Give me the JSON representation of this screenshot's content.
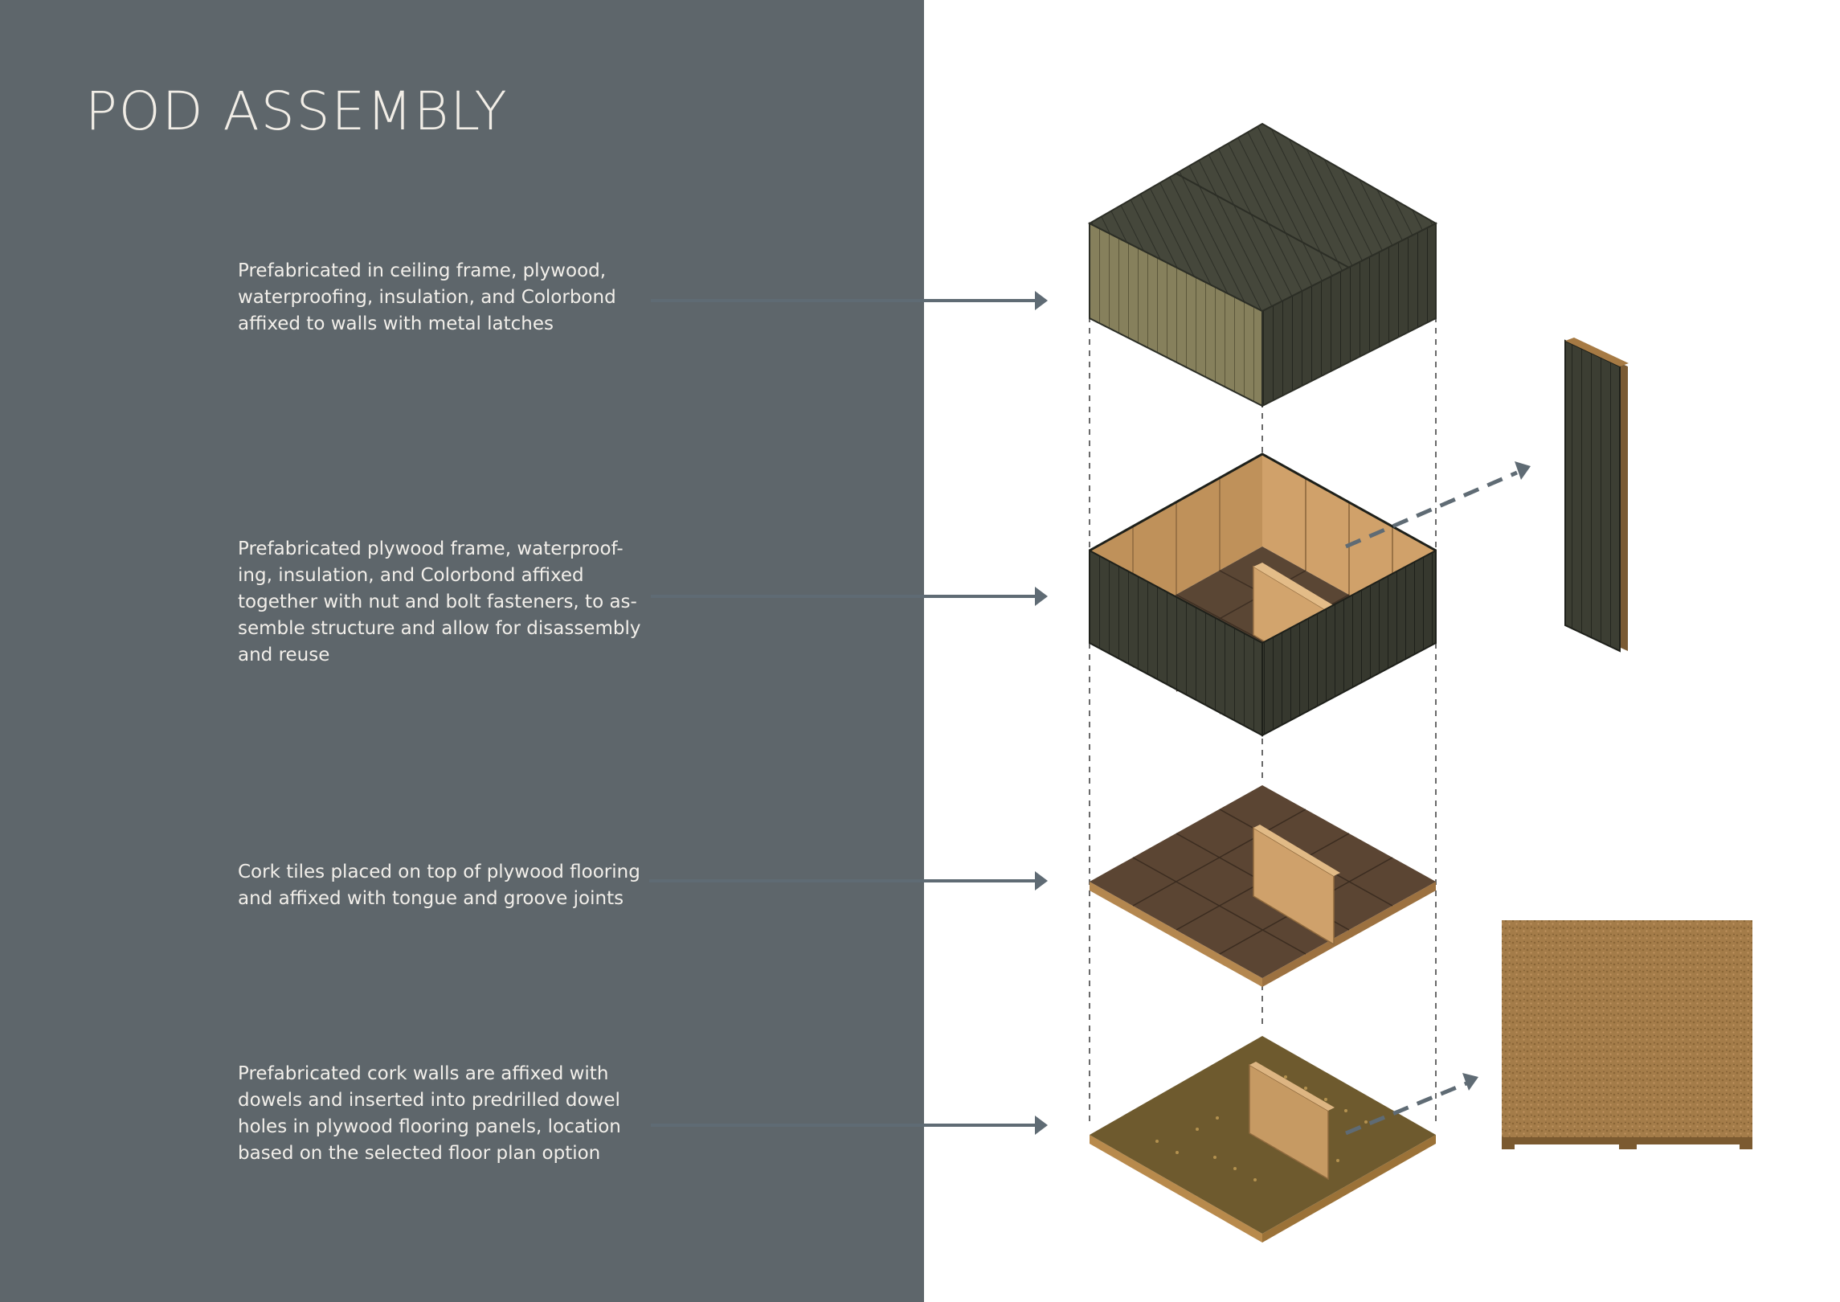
{
  "header": {
    "title": "POD ASSEMBLY"
  },
  "steps": [
    {
      "description": "Prefabricated in ceiling frame, plywood,\nwaterproofing, insulation, and Colorbond\naffixed to walls with metal latches"
    },
    {
      "description": "Prefabricated plywood frame, waterproof-\ning, insulation, and Colorbond affixed\ntogether with nut and bolt fasteners, to as-\nsemble structure and allow for disassembly\nand reuse"
    },
    {
      "description": "Cork tiles placed on top of plywood flooring\nand affixed with tongue and groove joints"
    },
    {
      "description": "Prefabricated cork walls are affixed with\ndowels and inserted into predrilled dowel\nholes in plywood flooring panels, location\nbased on the selected floor plan option"
    }
  ],
  "colors": {
    "panel": "#5e666b",
    "arrow": "#5f6b74",
    "colorbond_dark": "#3c3e33",
    "colorbond_olive": "#86805c",
    "plywood": "#b4874f",
    "cork_tile": "#5b4533",
    "cork_panel": "#a37a47",
    "floor_plywood": "#6e5a2e"
  },
  "icons": [
    "arrow-right-icon",
    "dashed-arrow-icon"
  ]
}
